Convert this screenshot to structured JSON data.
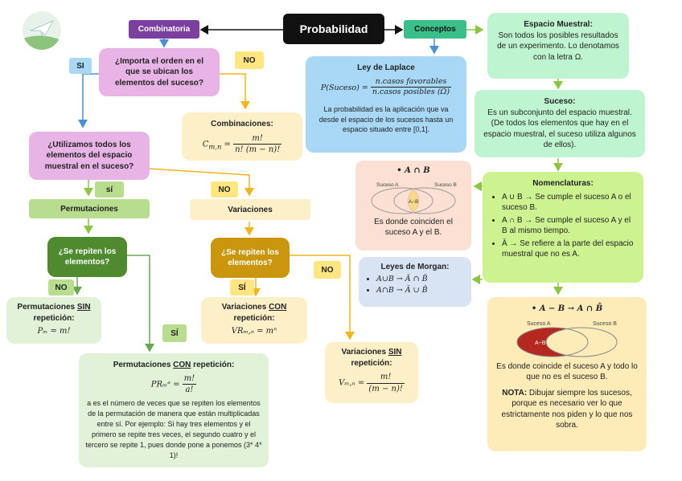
{
  "title": "Probabilidad",
  "combinatoria": "Combinatoria",
  "conceptos": "Conceptos",
  "importa_orden": "¿Importa el orden en el que se ubican los elementos del suceso?",
  "si": "SI",
  "no": "NO",
  "combinaciones": {
    "title": "Combinaciones:",
    "lhs": "C",
    "sub": "m,n",
    "num": "m!",
    "den": "n! (m − n)!"
  },
  "utilizamos": "¿Utilizamos todos los elementos del espacio muestral en el suceso?",
  "si_lower": "sí",
  "si_acc": "SÍ",
  "permutaciones": "Permutaciones",
  "variaciones": "Variaciones",
  "se_repiten_1": "¿Se repiten los elementos?",
  "se_repiten_2": "¿Se repiten los elementos?",
  "perm_sin": {
    "title_pre": "Permutaciones ",
    "title_u": "SIN",
    "title_post": " repetición:",
    "formula": "Pₘ = m!"
  },
  "perm_con": {
    "title_pre": "Permutaciones ",
    "title_u": "CON",
    "title_post": " repetición:",
    "lhs": "PRₘᵃ =",
    "num": "m!",
    "den": "a!",
    "text": "a es el número de veces que se repiten los elementos de la permutación de manera que están multiplicadas entre sí. Por ejemplo: Si hay tres elementos y el primero se repite tres veces, el segundo cuatro y el tercero se repite 1, pues donde pone a ponemos (3* 4* 1)!"
  },
  "var_con": {
    "title_pre": "Variaciones ",
    "title_u": "CON",
    "title_post": " repetición:",
    "formula": "VRₘ,ₙ = mⁿ"
  },
  "var_sin": {
    "title_pre": "Variaciones ",
    "title_u": "SIN",
    "title_post": " repetición:",
    "lhs": "Vₘ,ₙ =",
    "num": "m!",
    "den": "(m − n)!"
  },
  "laplace": {
    "title": "Ley de Laplace",
    "lhs": "P(Suceso) =",
    "num": "n.casos favorables",
    "den": "n.casos posibles (Ω)",
    "text": "La probabilidad es la aplicación que va desde el espacio de los sucesos hasta un espacio situado entre [0,1]."
  },
  "espacio": {
    "title": "Espacio Muestral:",
    "text": "Son todos los posibles resultados de un experimento. Lo denotamos con la letra Ω."
  },
  "suceso": {
    "title": "Suceso:",
    "text": "Es un subconjunto del espacio muestral. (De todos los elementos que hay en el espacio muestral, el suceso utiliza algunos de ellos)."
  },
  "interseccion": {
    "bullet": "A ∩ B",
    "label_a": "Suceso A",
    "label_b": "Suceso B",
    "center": "A∩B",
    "text": "Es donde coinciden el suceso A y el B."
  },
  "nomenclaturas": {
    "title": "Nomenclaturas:",
    "items": [
      "A ∪ B → Se cumple el suceso A o el suceso B.",
      "A ∩ B → Se cumple el suceso A y el B al mismo tiempo.",
      "Ā → Se refiere a la parte del espacio muestral que no es A."
    ]
  },
  "morgan": {
    "title": "Leyes de Morgan:",
    "items": [
      "A∪B → Ā ∩ B̄",
      "A∩B → Ā ∪ B̄"
    ]
  },
  "diferencia": {
    "bullet": "A − B → A ∩ B̄",
    "label_a": "Suceso A",
    "label_b": "Suceso B",
    "center": "A−B",
    "text": "Es donde coincide el suceso A y todo lo que no es el suceso B.",
    "nota_label": "NOTA:",
    "nota": " Dibujar siempre los sucesos, porque es necesario ver lo que estrictamente nos piden y lo que nos sobra."
  },
  "colors": {
    "title_bg": "#111111",
    "combinatoria": "#7b3fa0",
    "conceptos": "#3bbf8a",
    "pink": "#e8b4e6",
    "yellow": "#ffe680",
    "light_green": "#b9dd8e",
    "dark_green": "#4f8a2f",
    "gold": "#c9960e",
    "blue": "#a8d8f6",
    "peach": "#fbe0d3",
    "mint": "#bff4d0",
    "lime": "#cdf290",
    "grayblue": "#d8e4f4",
    "cream": "#fdebb8",
    "venn_red": "#b5281f"
  }
}
